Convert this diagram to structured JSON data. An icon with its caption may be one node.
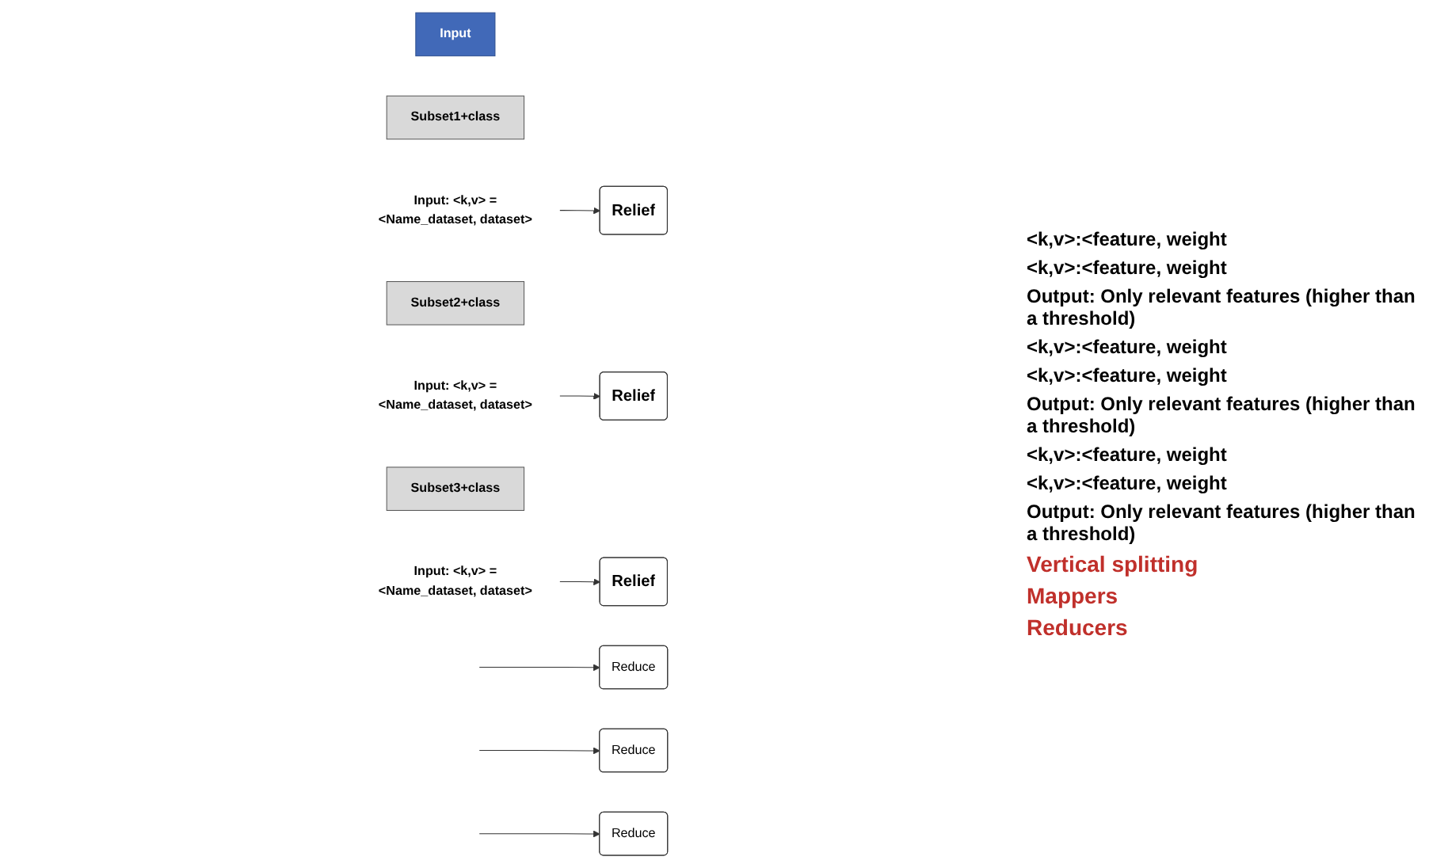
{
  "diagram": {
    "nodes": [
      {
        "text": [
          "Input"
        ]
      },
      {
        "text": [
          "Subset1+class"
        ]
      },
      {
        "text": [
          "Input: <k,v> =<Name_dataset, dataset>"
        ]
      },
      {
        "text": [
          "Relief"
        ]
      },
      {
        "text": [
          "Reduce"
        ]
      },
      {
        "text": [
          "Subset2+class"
        ]
      },
      {
        "text": [
          "Input: <k,v> =<Name_dataset, dataset>"
        ]
      },
      {
        "text": [
          "Relief"
        ]
      },
      {
        "text": [
          "Reduce"
        ]
      },
      {
        "text": [
          "Subset3+class"
        ]
      },
      {
        "text": [
          "Input: <k,v> =<Name_dataset, dataset>"
        ]
      },
      {
        "text": [
          "Relief"
        ]
      },
      {
        "text": [
          "Reduce"
        ]
      }
    ],
    "edges": [
      {
        "from": 2,
        "to": 3,
        "arrow": "to"
      },
      {
        "from": null,
        "to": 4,
        "arrow": "to"
      },
      {
        "from": 6,
        "to": 7,
        "arrow": "to"
      },
      {
        "from": null,
        "to": 8,
        "arrow": "to"
      },
      {
        "from": 10,
        "to": 11,
        "arrow": "to"
      },
      {
        "from": null,
        "to": 12,
        "arrow": "to"
      }
    ],
    "labels": [
      "<k,v>:<feature, weight",
      "<k,v>:<feature, weight",
      "Output: Only relevant features (higher than a threshold)",
      "<k,v>:<feature, weight",
      "<k,v>:<feature, weight",
      "Output: Only relevant features (higher than a threshold)",
      "<k,v>:<feature, weight",
      "<k,v>:<feature, weight",
      "Output: Only relevant features (higher than a threshold)",
      "Vertical splitting",
      "Mappers",
      "Reducers"
    ]
  }
}
